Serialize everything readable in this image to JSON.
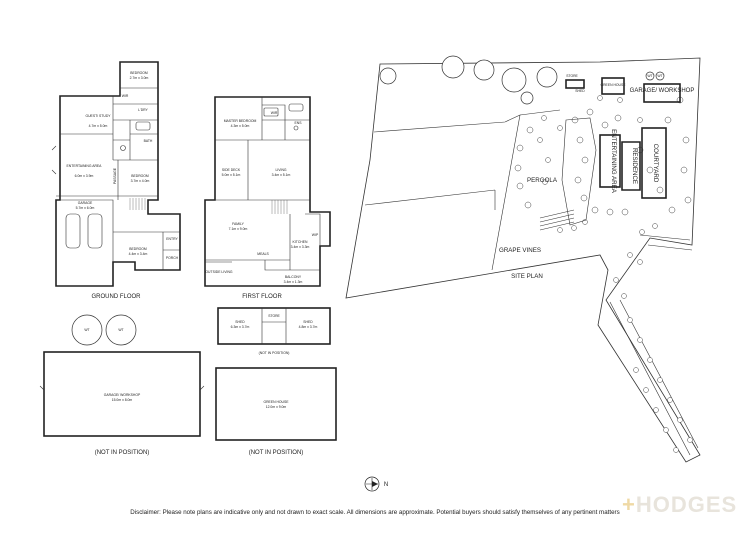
{
  "plans": {
    "ground_floor": {
      "title": "GROUND FLOOR",
      "rooms": {
        "bedroom_top": {
          "name": "BEDROOM",
          "dims": "2.7m x 3.0m"
        },
        "guest_study": {
          "name": "GUEST/ STUDY",
          "dims": "4.7m x 5.0m"
        },
        "entertaining": {
          "name": "ENTERTAINING AREA",
          "dims": "6.0m x 3.9m"
        },
        "bedroom_mid": {
          "name": "BEDROOM",
          "dims": "3.7m x 4.0m"
        },
        "garage": {
          "name": "GARAGE",
          "dims": "5.7m x 6.0m"
        },
        "bedroom_bottom": {
          "name": "BEDROOM",
          "dims": "4.4m x 3.4m"
        },
        "wir": "WIR",
        "ldry": "L'DRY",
        "bath": "BATH",
        "passage": "PASSAGE",
        "entry": "ENTRY",
        "porch": "PORCH"
      }
    },
    "first_floor": {
      "title": "FIRST FLOOR",
      "rooms": {
        "master": {
          "name": "MASTER BEDROOM",
          "dims": "4.3m x 5.0m"
        },
        "wir": "WIR",
        "ens": "ENS",
        "side_deck": {
          "name": "SIDE DECK",
          "dims": "5.0m x 5.1m"
        },
        "living": {
          "name": "LIVING",
          "dims": "3.4m x 5.1m"
        },
        "family": {
          "name": "FAMILY",
          "dims": "7.1m x 9.0m"
        },
        "meals": "MEALS",
        "kitchen": {
          "name": "KITCHEN",
          "dims": "3.4m x 3.3m"
        },
        "wip": "WIP",
        "outside_living": "OUTSIDE LIVING",
        "balcony": {
          "name": "BALCONY",
          "dims": "3.4m x 1.3m"
        }
      }
    },
    "outbuildings": {
      "shed_left": {
        "name": "SHED",
        "dims": "6.3m x 3.7m"
      },
      "store": "STORE",
      "shed_right": {
        "name": "SHED",
        "dims": "4.8m x 3.7m"
      },
      "not_in_position_1": "(NOT IN POSITION)",
      "garage_workshop": {
        "name": "GARAGE/ WORKSHOP",
        "dims": "15.0m x 8.0m"
      },
      "not_in_position_2": "(NOT IN POSITION)",
      "green_house": {
        "name": "GREEN HOUSE",
        "dims": "12.0m x 9.0m"
      },
      "not_in_position_3": "(NOT IN POSITION)",
      "wt_1": "WT",
      "wt_2": "WT"
    },
    "site_plan": {
      "title": "SITE PLAN",
      "pergola": "PERGOLA",
      "grape_vines": "GRAPE VINES",
      "entertaining_area": "ENTERTAINING AREA",
      "residence": "RESIDENCE",
      "courtyard": "COURTYARD",
      "green_house": "GREEN HOUSE",
      "garage_workshop": "GARAGE/ WORKSHOP",
      "shed": "SHED",
      "store": "STORE",
      "wt_1": "WT",
      "wt_2": "WT"
    },
    "north": "N"
  },
  "disclaimer": "Disclaimer: Please note plans are indicative only and not drawn to exact scale. All dimensions are approximate. Potential buyers should satisfy themselves of any pertinent matters",
  "brand": {
    "plus": "+",
    "name": "HODGES",
    "color": "#efd9a5"
  }
}
